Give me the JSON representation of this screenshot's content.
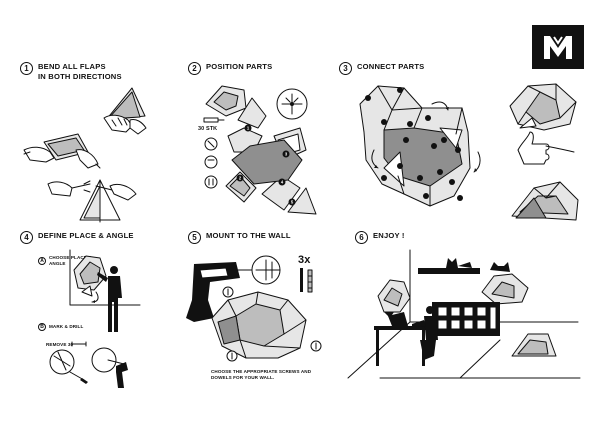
{
  "logo": {
    "letter": "M"
  },
  "steps": [
    {
      "num": "1",
      "title_line1": "BEND ALL FLAPS",
      "title_line2": "IN BOTH DIRECTIONS"
    },
    {
      "num": "2",
      "title_line1": "POSITION PARTS",
      "label": "30 STK"
    },
    {
      "num": "3",
      "title_line1": "CONNECT PARTS"
    },
    {
      "num": "4",
      "title_line1": "DEFINE PLACE & ANGLE",
      "sub_a_letter": "A",
      "sub_a_line1": "CHOOSE PLACE &",
      "sub_a_line2": "ANGLE",
      "sub_b_letter": "B",
      "sub_b_line1": "MARK & DRILL",
      "remove_label": "REMOVE 30"
    },
    {
      "num": "5",
      "title_line1": "MOUNT TO THE WALL",
      "qty": "3x",
      "note_line1": "CHOOSE THE APPROPRIATE SCREWS AND",
      "note_line2": "DOWELS FOR YOUR WALL."
    },
    {
      "num": "6",
      "title_line1": "ENJOY !"
    }
  ],
  "part_numbers": [
    "1",
    "2",
    "3",
    "4",
    "5",
    "6",
    "7",
    "8"
  ],
  "colors": {
    "ink": "#111111",
    "panel_light": "#e6e6e6",
    "panel_mid": "#bdbdbd",
    "panel_dark": "#8f8f8f"
  }
}
